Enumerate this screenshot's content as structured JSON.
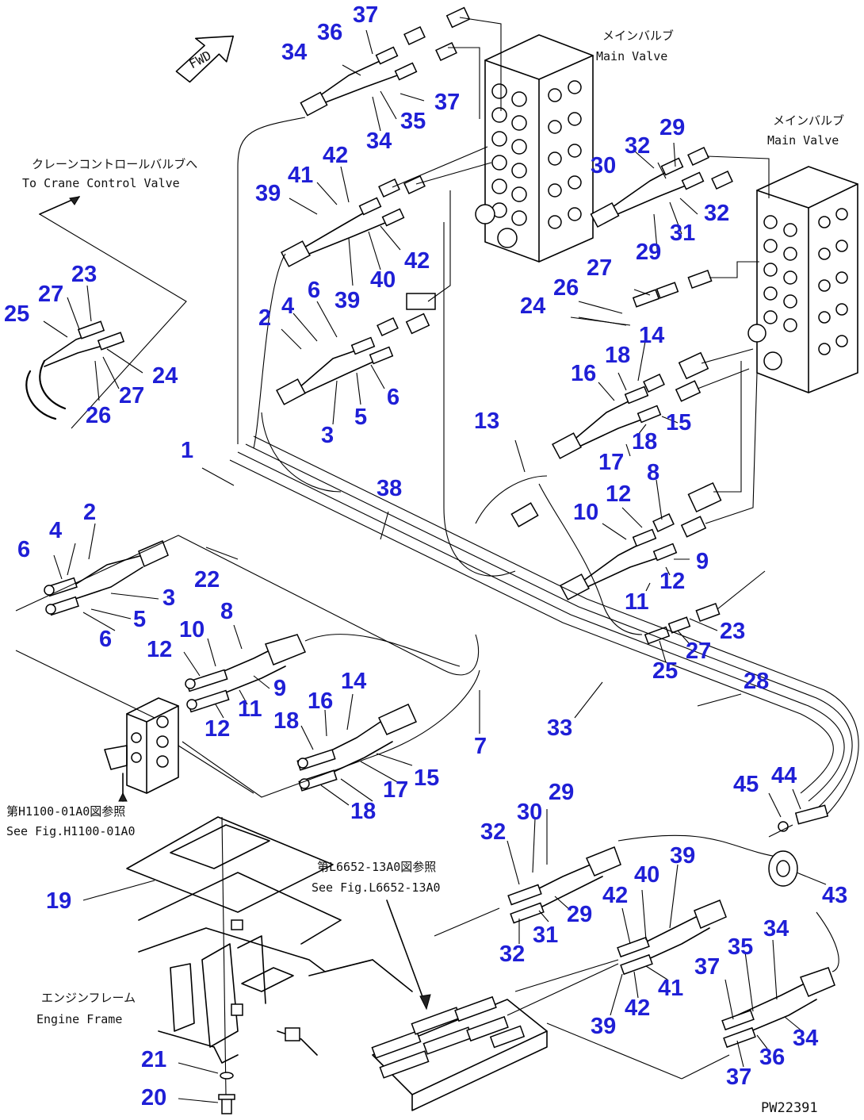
{
  "forward_marker": "FWD",
  "drawing_code": "PW22391",
  "notes": {
    "main_valve_top_jp": "メインバルブ",
    "main_valve_top_en": "Main Valve",
    "main_valve_right_jp": "メインバルブ",
    "main_valve_right_en": "Main Valve",
    "crane_jp": "クレーンコントロールバルブへ",
    "crane_en": "To Crane Control Valve",
    "fig_h1100_jp": "第H1100-01A0図参照",
    "fig_h1100_en": "See Fig.H1100-01A0",
    "fig_l6652_jp": "第L6652-13A0図参照",
    "fig_l6652_en": "See Fig.L6652-13A0",
    "engine_frame_jp": "エンジンフレーム",
    "engine_frame_en": "Engine Frame"
  },
  "callouts": [
    "37",
    "36",
    "34",
    "37",
    "35",
    "34",
    "42",
    "41",
    "39",
    "42",
    "40",
    "39",
    "6",
    "4",
    "2",
    "6",
    "5",
    "3",
    "23",
    "27",
    "25",
    "24",
    "27",
    "26",
    "1",
    "38",
    "22",
    "29",
    "32",
    "30",
    "32",
    "31",
    "29",
    "27",
    "26",
    "24",
    "14",
    "18",
    "16",
    "15",
    "18",
    "17",
    "13",
    "8",
    "12",
    "10",
    "9",
    "12",
    "11",
    "23",
    "27",
    "25",
    "2",
    "4",
    "6",
    "3",
    "5",
    "6",
    "8",
    "10",
    "12",
    "9",
    "11",
    "12",
    "14",
    "16",
    "18",
    "15",
    "17",
    "18",
    "7",
    "33",
    "28",
    "45",
    "44",
    "43",
    "29",
    "30",
    "32",
    "29",
    "31",
    "32",
    "39",
    "40",
    "42",
    "41",
    "42",
    "39",
    "34",
    "35",
    "37",
    "34",
    "36",
    "37",
    "19",
    "21",
    "20"
  ]
}
